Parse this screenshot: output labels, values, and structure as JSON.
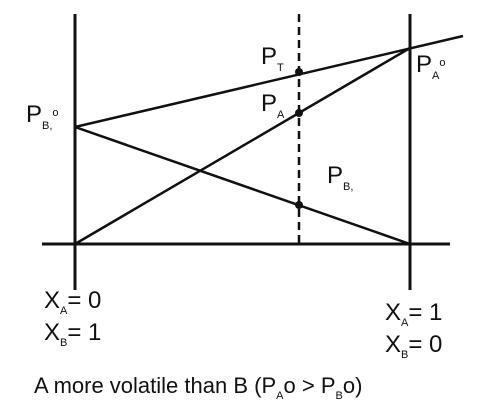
{
  "diagram": {
    "labels": {
      "pt": {
        "main": "P",
        "sub": "T"
      },
      "pa": {
        "main": "P",
        "sub": "A"
      },
      "pa0": {
        "main": "P",
        "sub": "A",
        "sup": "o"
      },
      "pb0": {
        "main": "P",
        "sub": "B,",
        "sup": "o"
      },
      "pb": {
        "main": "P",
        "sub": "B,"
      }
    },
    "left_axis": {
      "xa": {
        "main": "X",
        "sub": "A",
        "value": "= 0"
      },
      "xb": {
        "main": "X",
        "sub": "B",
        "value": "= 1"
      }
    },
    "right_axis": {
      "xa": {
        "main": "X",
        "sub": "A",
        "value": "= 1"
      },
      "xb": {
        "main": "X",
        "sub": "B",
        "value": "= 0"
      }
    },
    "caption": {
      "text": "A more volatile than B  (",
      "pa_main": "P",
      "pa_sub": "A",
      "pa_sup": "o",
      "gt": " > ",
      "pb_main": "P",
      "pb_sub": "B",
      "pb_sup": "o",
      "close": ")"
    }
  }
}
